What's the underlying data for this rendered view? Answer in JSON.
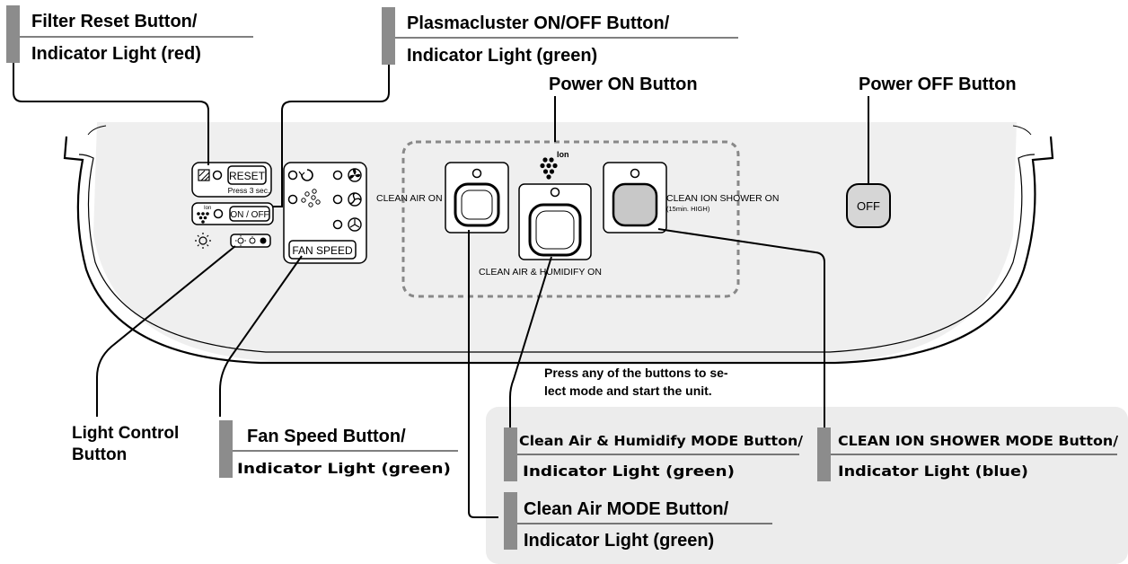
{
  "callouts": {
    "filter_reset": {
      "line1": "Filter Reset Button/",
      "line2": "Indicator Light (red)"
    },
    "plasmacluster": {
      "line1": "Plasmacluster ON/OFF Button/",
      "line2": "Indicator Light (green)"
    },
    "power_on": "Power ON Button",
    "power_off": "Power OFF Button",
    "light_control": {
      "line1": "Light Control",
      "line2": "Button"
    },
    "fan_speed": {
      "line1": "Fan Speed Button/",
      "line2": "Indicator Light (green)"
    },
    "press_note": {
      "line1": "Press any of the buttons to se-",
      "line2": "lect mode and start the unit."
    },
    "humidify_mode": {
      "line1": "Clean Air & Humidify MODE Button/",
      "line2": "Indicator Light (green)"
    },
    "ion_shower_mode": {
      "line1": "CLEAN ION SHOWER MODE Button/",
      "line2": "Indicator Light (blue)"
    },
    "clean_air_mode": {
      "line1": "Clean Air MODE Button/",
      "line2": "Indicator Light (green)"
    }
  },
  "panel": {
    "reset_label": "RESET",
    "press_hint": "Press 3 sec.",
    "onoff_label": "ON / OFF",
    "ion_label": "Ion",
    "fan_speed_label": "FAN SPEED",
    "clean_air_on": "CLEAN AIR ON",
    "clean_air_humidify_on": "CLEAN AIR & HUMIDIFY ON",
    "clean_ion_shower_on": "CLEAN ION SHOWER ON",
    "clean_ion_shower_sub": "(15min. HIGH)",
    "off_label": "OFF"
  },
  "colors": {
    "label_bar": "#8c8c8c",
    "panel_shade": "#eeeeee",
    "note_box": "#ececec",
    "ion_shower_button": "#c8c8c8",
    "off_button": "#d6d6d6"
  }
}
